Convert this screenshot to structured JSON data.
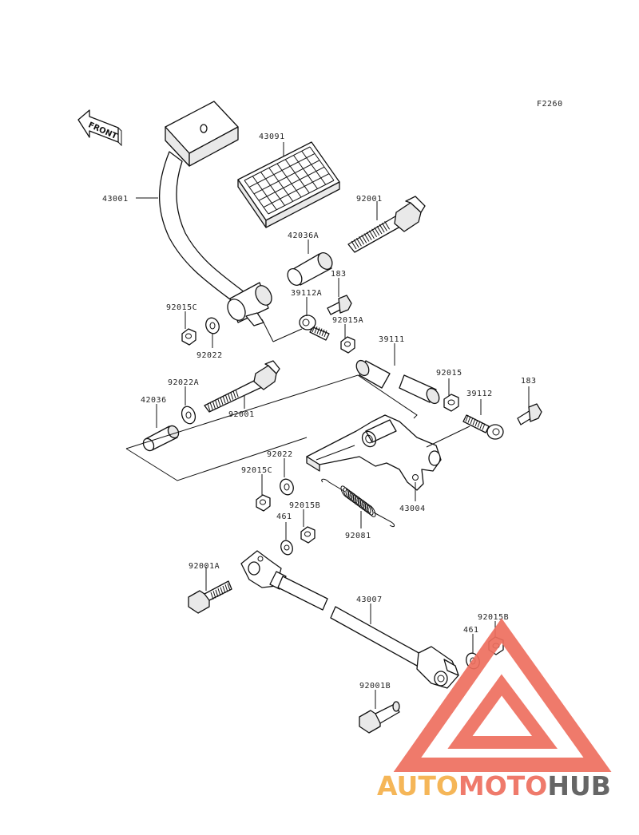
{
  "diagram": {
    "code": "F2260",
    "front_label": "FRONT",
    "part_labels": {
      "p43091": "43091",
      "p43001": "43001",
      "p92001_top": "92001",
      "p42036A": "42036A",
      "p183_top": "183",
      "p39112A": "39112A",
      "p92015C_top": "92015C",
      "p92015A": "92015A",
      "p92022_top": "92022",
      "p39111": "39111",
      "p92022A": "92022A",
      "p92015": "92015",
      "p183_right": "183",
      "p42036": "42036",
      "p39112": "39112",
      "p92001_mid": "92001",
      "p92022_mid": "92022",
      "p92015C_mid": "92015C",
      "p92015B_mid": "92015B",
      "p461_mid": "461",
      "p92081": "92081",
      "p43004": "43004",
      "p92001A": "92001A",
      "p43007": "43007",
      "p461_bot": "461",
      "p92015B_bot": "92015B",
      "p92001B": "92001B"
    }
  },
  "watermark": {
    "part1": "AUTO",
    "part2": "MOTO",
    "part3": "HUB",
    "color_orange": "#f5b04a",
    "color_red": "#ee6f5f",
    "color_grey": "#5a5a5a"
  }
}
